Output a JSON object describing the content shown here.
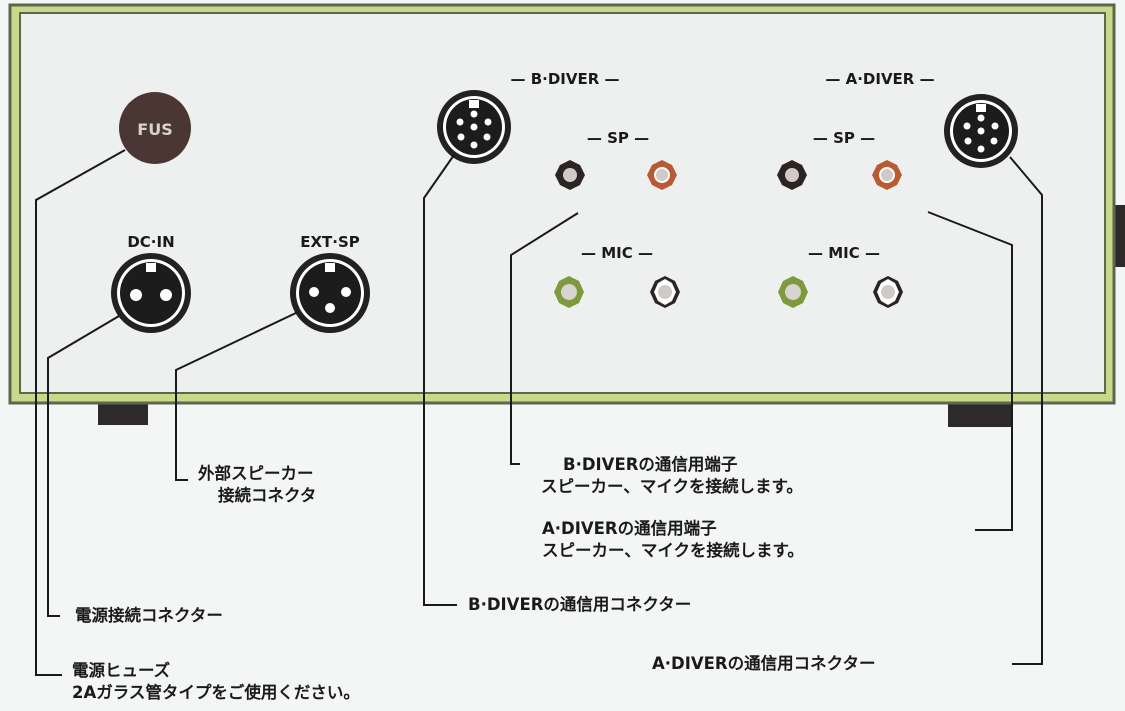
{
  "panel": {
    "fuse_label": "FUS",
    "dc_in_label": "DC·IN",
    "ext_sp_label": "EXT·SP",
    "b_diver_label": "— B·DIVER —",
    "a_diver_label": "— A·DIVER —",
    "sp_label": "— SP —",
    "mic_label": "— MIC —"
  },
  "callouts": {
    "ext_speaker": [
      "外部スピーカー",
      "接続コネクタ"
    ],
    "b_diver_terminal": [
      "B·DIVERの通信用端子",
      "スピーカー、マイクを接続します。"
    ],
    "a_diver_terminal": [
      "A·DIVERの通信用端子",
      "スピーカー、マイクを接続します。"
    ],
    "power_connector": "電源接続コネクター",
    "b_diver_connector": "B·DIVERの通信用コネクター",
    "fuse": [
      "電源ヒューズ",
      "2Aガラス管タイプをご使用ください。"
    ],
    "a_diver_connector": "A·DIVERの通信用コネクター"
  },
  "colors": {
    "frame": "#c9d98a",
    "panel": "#eef0ef",
    "fuse": "#4a3733",
    "speaker_jack_red": "#b85a33",
    "mic_jack_green": "#7f9a3c"
  }
}
